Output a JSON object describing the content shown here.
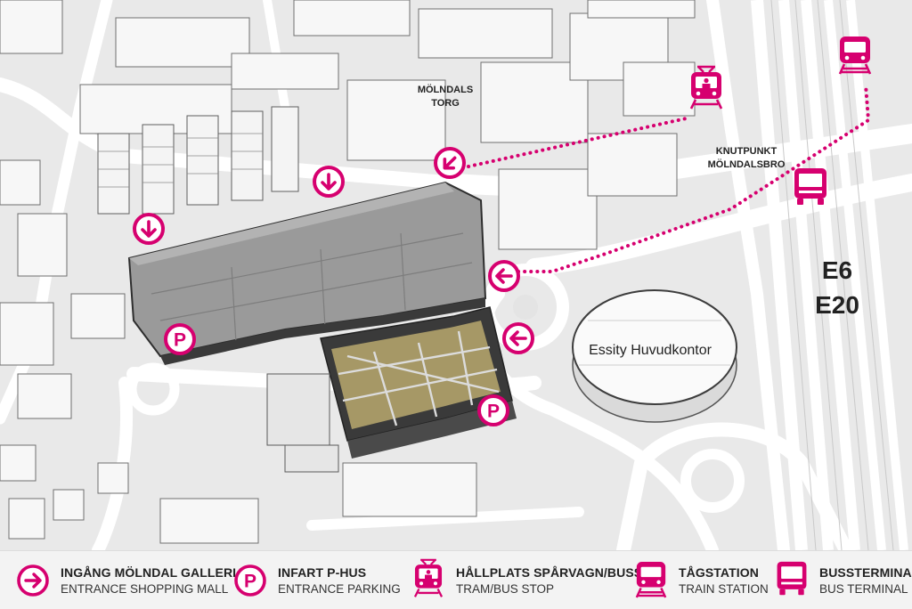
{
  "colors": {
    "accent": "#d6006f",
    "road": "#ffffff",
    "background": "#e9e9e9",
    "building": "#f7f7f7",
    "mall_roof": "#9a9a9a",
    "courtyard": "#a69866"
  },
  "map": {
    "labels": {
      "molndals_torg_line1": "MÖLNDALS",
      "molndals_torg_line2": "TORG",
      "knutpunkt_line1": "KNUTPUNKT",
      "knutpunkt_line2": "MÖLNDALSBRO",
      "essity": "Essity Huvudkontor",
      "road_e6": "E6",
      "road_e20": "E20"
    },
    "markers": [
      {
        "type": "entrance-mall",
        "direction": "down"
      },
      {
        "type": "entrance-mall",
        "direction": "down"
      },
      {
        "type": "entrance-mall",
        "direction": "down-left"
      },
      {
        "type": "entrance-mall",
        "direction": "left"
      },
      {
        "type": "entrance-mall",
        "direction": "left"
      },
      {
        "type": "parking",
        "glyph": "P"
      },
      {
        "type": "parking",
        "glyph": "P"
      },
      {
        "type": "tram-stop"
      },
      {
        "type": "train-station"
      },
      {
        "type": "bus-terminal"
      }
    ]
  },
  "legend": {
    "items": [
      {
        "icon": "arrow-circle-icon",
        "title": "INGÅNG MÖLNDAL GALLERIA",
        "subtitle": "ENTRANCE SHOPPING MALL"
      },
      {
        "icon": "parking-icon",
        "title": "INFART P-HUS",
        "subtitle": "ENTRANCE PARKING",
        "glyph": "P"
      },
      {
        "icon": "tram-icon",
        "title": "HÅLLPLATS SPÅRVAGN/BUSS",
        "subtitle": "TRAM/BUS STOP"
      },
      {
        "icon": "train-icon",
        "title": "TÅGSTATION",
        "subtitle": "TRAIN STATION"
      },
      {
        "icon": "bus-icon",
        "title": "BUSSTERMINAL",
        "subtitle": "BUS TERMINAL"
      }
    ]
  }
}
